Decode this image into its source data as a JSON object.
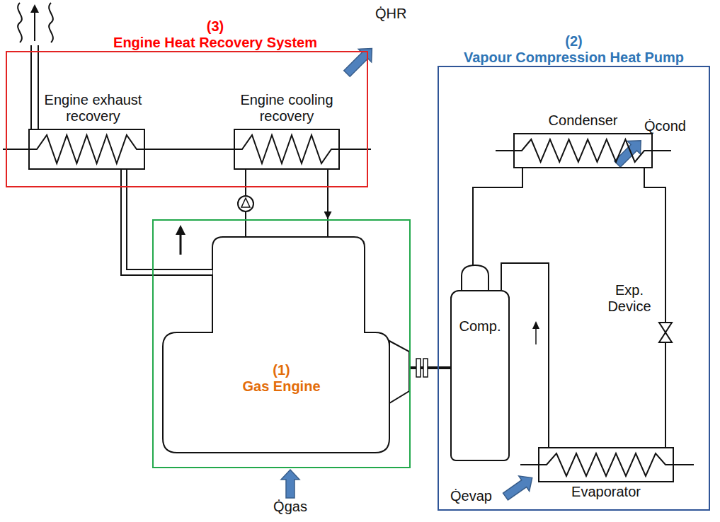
{
  "diagram": {
    "nodes": [
      {
        "text": [
          "(3)",
          "Engine Heat Recovery System"
        ]
      },
      {
        "text": [
          "Engine exhaust recovery"
        ],
        "in": 0
      },
      {
        "text": [
          "Engine cooling recovery"
        ],
        "in": 0
      },
      {
        "text": [
          "(2)",
          "Vapour Compression Heat Pump"
        ]
      },
      {
        "text": [
          "Condenser"
        ],
        "in": 3
      },
      {
        "text": [
          "Comp."
        ],
        "in": 3
      },
      {
        "text": [
          "Exp. Device"
        ],
        "in": 3
      },
      {
        "text": [
          "Evaporator"
        ],
        "in": 3
      },
      {
        "text": [
          "(1)",
          "Gas Engine"
        ]
      }
    ],
    "edges": [
      {
        "from": 8,
        "to": 1,
        "arrow": "none"
      },
      {
        "from": 8,
        "to": 2,
        "arrow": "none"
      },
      {
        "from": 2,
        "to": 8,
        "arrow": "to"
      },
      {
        "from": 1,
        "to": 2,
        "arrow": "none"
      },
      {
        "from": 8,
        "to": 5,
        "arrow": "none"
      },
      {
        "from": 5,
        "to": 4,
        "arrow": "none"
      },
      {
        "from": 4,
        "to": 6,
        "arrow": "none"
      },
      {
        "from": 6,
        "to": 7,
        "arrow": "none"
      },
      {
        "from": 7,
        "to": 5,
        "arrow": "none"
      }
    ],
    "labels": [
      "Q̇HR",
      "Q̇cond",
      "Q̇gas",
      "Q̇evap"
    ]
  }
}
